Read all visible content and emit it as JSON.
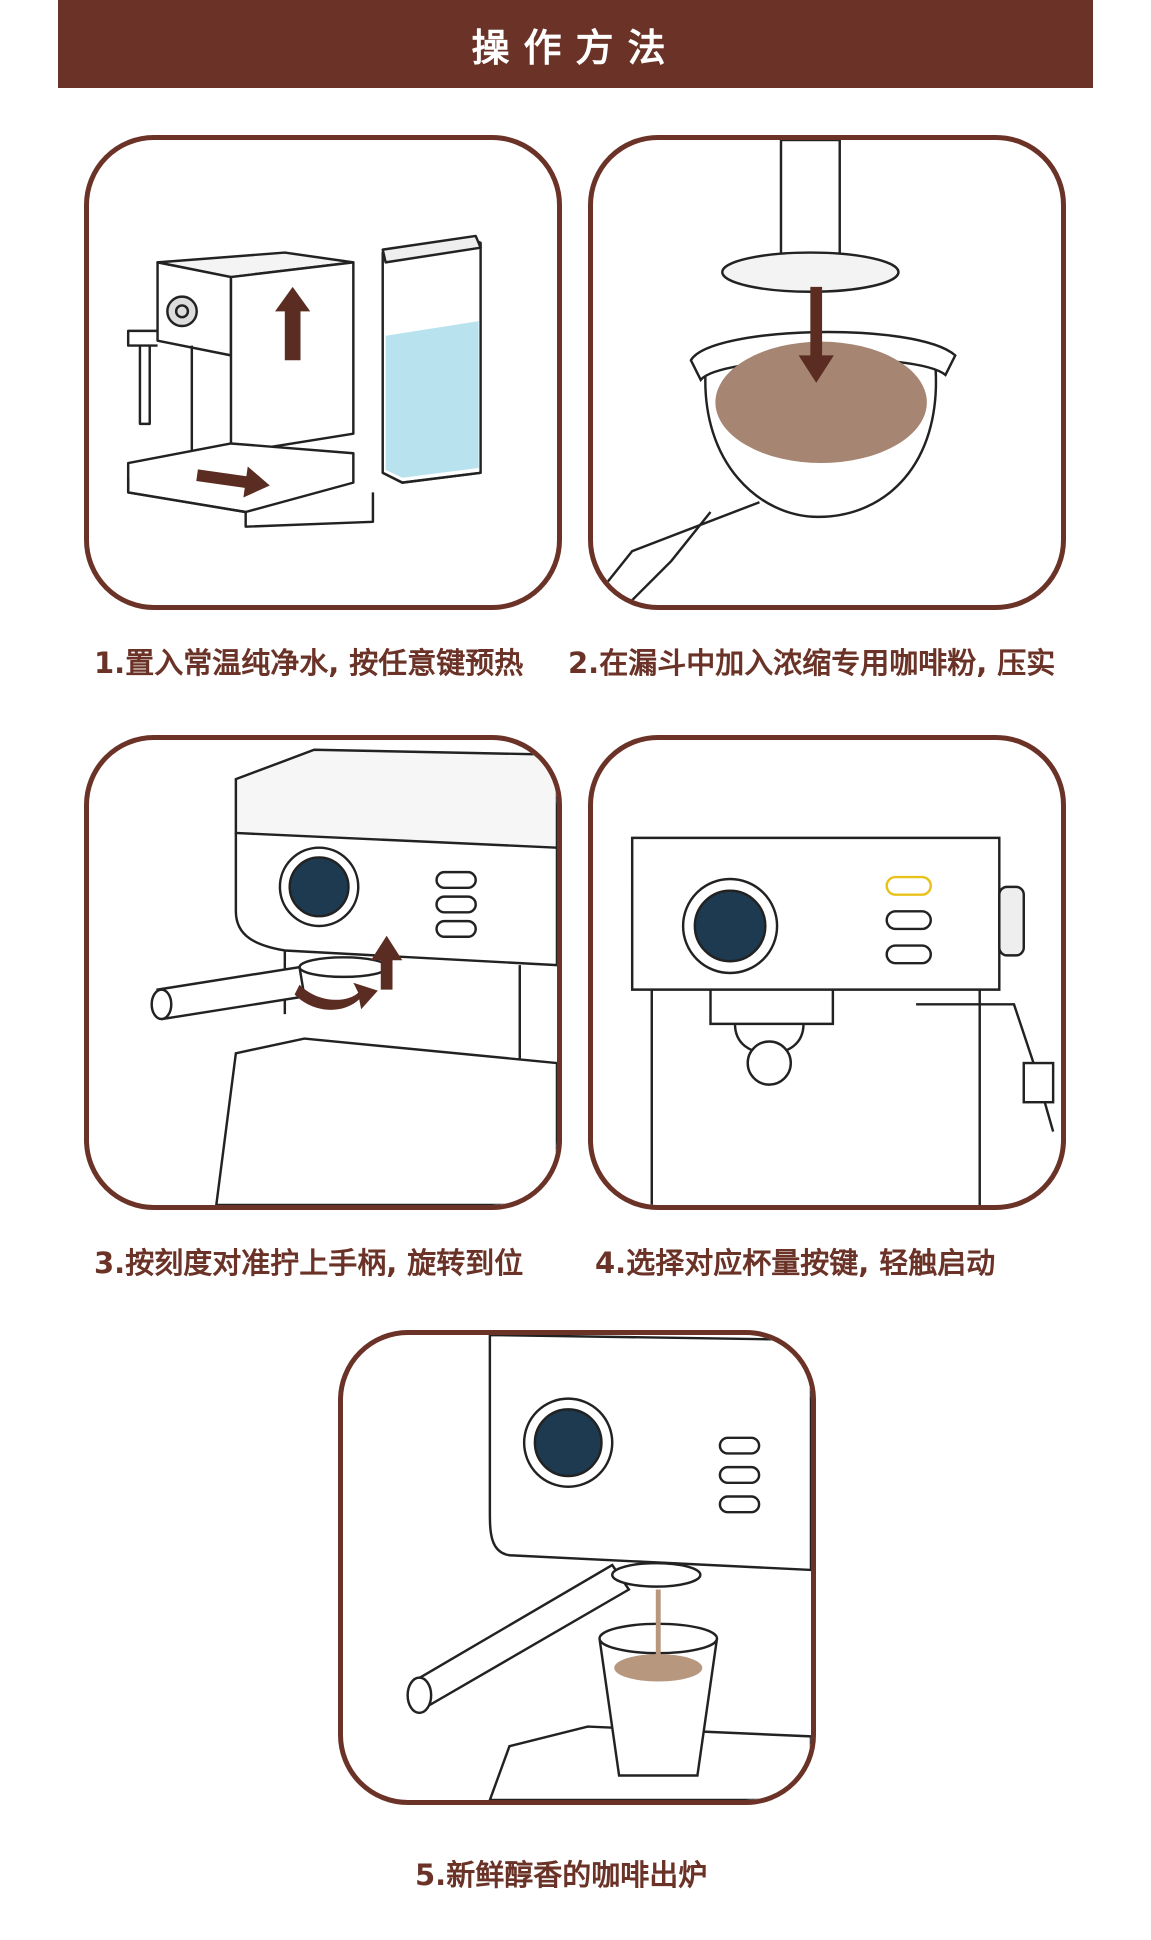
{
  "header": {
    "title": "操作方法"
  },
  "colors": {
    "brand": "#6b3327",
    "water": "#b8e3ee",
    "coffee": "#a68572",
    "arrow": "#5a2c22"
  },
  "steps": [
    {
      "caption": "1.置入常温纯净水, 按任意键预热"
    },
    {
      "caption": "2.在漏斗中加入浓缩专用咖啡粉, 压实"
    },
    {
      "caption": "3.按刻度对准拧上手柄, 旋转到位"
    },
    {
      "caption": "4.选择对应杯量按键, 轻触启动"
    },
    {
      "caption": "5.新鲜醇香的咖啡出炉"
    }
  ]
}
